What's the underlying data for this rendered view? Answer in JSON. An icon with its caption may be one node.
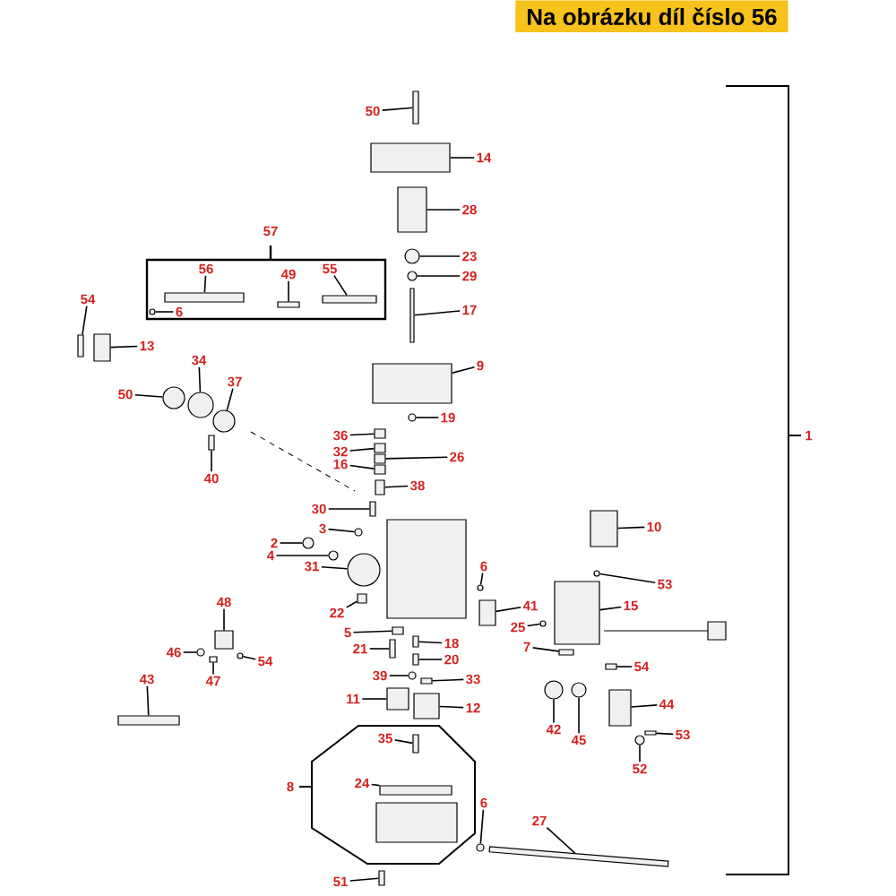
{
  "diagram": {
    "title": "Na obrázku díl číslo 56",
    "nodes": [
      {
        "text": [
          "50"
        ]
      },
      {
        "text": [
          "14"
        ]
      },
      {
        "text": [
          "28"
        ]
      },
      {
        "text": [
          "57"
        ]
      },
      {
        "text": [
          "56"
        ],
        "in": 3
      },
      {
        "text": [
          "49"
        ],
        "in": 3
      },
      {
        "text": [
          "55"
        ],
        "in": 3
      },
      {
        "text": [
          "6"
        ],
        "in": 3
      },
      {
        "text": [
          "23"
        ]
      },
      {
        "text": [
          "29"
        ]
      },
      {
        "text": [
          "54"
        ]
      },
      {
        "text": [
          "17"
        ]
      },
      {
        "text": [
          "13"
        ]
      },
      {
        "text": [
          "9"
        ]
      },
      {
        "text": [
          "34"
        ]
      },
      {
        "text": [
          "37"
        ]
      },
      {
        "text": [
          "50"
        ]
      },
      {
        "text": [
          "19"
        ]
      },
      {
        "text": [
          "36"
        ]
      },
      {
        "text": [
          "32"
        ]
      },
      {
        "text": [
          "16"
        ]
      },
      {
        "text": [
          "26"
        ]
      },
      {
        "text": [
          "40"
        ]
      },
      {
        "text": [
          "38"
        ]
      },
      {
        "text": [
          "30"
        ]
      },
      {
        "text": [
          "10"
        ]
      },
      {
        "text": [
          "3"
        ]
      },
      {
        "text": [
          "2"
        ]
      },
      {
        "text": [
          "4"
        ]
      },
      {
        "text": [
          "6"
        ]
      },
      {
        "text": [
          "31"
        ]
      },
      {
        "text": [
          "53"
        ]
      },
      {
        "text": [
          "41"
        ]
      },
      {
        "text": [
          "15"
        ]
      },
      {
        "text": [
          "22"
        ]
      },
      {
        "text": [
          "48"
        ]
      },
      {
        "text": [
          "5"
        ]
      },
      {
        "text": [
          "25"
        ]
      },
      {
        "text": [
          "21"
        ]
      },
      {
        "text": [
          "18"
        ]
      },
      {
        "text": [
          "7"
        ]
      },
      {
        "text": [
          "46"
        ]
      },
      {
        "text": [
          "54"
        ]
      },
      {
        "text": [
          "20"
        ]
      },
      {
        "text": [
          "54"
        ]
      },
      {
        "text": [
          "39"
        ]
      },
      {
        "text": [
          "47"
        ]
      },
      {
        "text": [
          "33"
        ]
      },
      {
        "text": [
          "43"
        ]
      },
      {
        "text": [
          "11"
        ]
      },
      {
        "text": [
          "12"
        ]
      },
      {
        "text": [
          "44"
        ]
      },
      {
        "text": [
          "42"
        ]
      },
      {
        "text": [
          "53"
        ]
      },
      {
        "text": [
          "45"
        ]
      },
      {
        "text": [
          "8"
        ]
      },
      {
        "text": [
          "35"
        ],
        "in": 55
      },
      {
        "text": [
          "24"
        ],
        "in": 55
      },
      {
        "text": [
          "52"
        ]
      },
      {
        "text": [
          "6"
        ]
      },
      {
        "text": [
          "27"
        ]
      },
      {
        "text": [
          "51"
        ]
      },
      {
        "text": [],
        "shape": "box"
      },
      {
        "text": [],
        "shape": "box"
      },
      {
        "text": [],
        "shape": "box"
      },
      {
        "text": [],
        "shape": "box",
        "in": 3
      },
      {
        "text": [],
        "shape": "box",
        "in": 3
      },
      {
        "text": [],
        "shape": "box",
        "in": 3
      },
      {
        "text": [],
        "shape": "circle",
        "in": 3
      },
      {
        "text": [],
        "shape": "circle"
      },
      {
        "text": [],
        "shape": "circle"
      },
      {
        "text": [],
        "shape": "box"
      },
      {
        "text": [],
        "shape": "box"
      },
      {
        "text": [],
        "shape": "box"
      },
      {
        "text": [],
        "shape": "box"
      },
      {
        "text": [],
        "shape": "circle"
      },
      {
        "text": [],
        "shape": "circle"
      },
      {
        "text": [],
        "shape": "circle"
      },
      {
        "text": [],
        "shape": "circle"
      },
      {
        "text": [],
        "shape": "box"
      },
      {
        "text": [],
        "shape": "box"
      },
      {
        "text": [],
        "shape": "box"
      },
      {
        "text": [],
        "shape": "box"
      },
      {
        "text": [],
        "shape": "box"
      },
      {
        "text": [],
        "shape": "box"
      },
      {
        "text": [],
        "shape": "box"
      },
      {
        "text": [],
        "shape": "box"
      },
      {
        "text": [],
        "shape": "circle"
      },
      {
        "text": [],
        "shape": "circle"
      },
      {
        "text": [],
        "shape": "circle"
      },
      {
        "text": [],
        "shape": "circle"
      },
      {
        "text": [],
        "shape": "circle"
      },
      {
        "text": [],
        "shape": "circle"
      },
      {
        "text": [],
        "shape": "box"
      },
      {
        "text": [],
        "shape": "box"
      },
      {
        "text": [],
        "shape": "box"
      },
      {
        "text": [],
        "shape": "box"
      },
      {
        "text": [],
        "shape": "box"
      },
      {
        "text": [],
        "shape": "circle"
      },
      {
        "text": [],
        "shape": "box"
      },
      {
        "text": [],
        "shape": "box"
      },
      {
        "text": [],
        "shape": "box"
      },
      {
        "text": [],
        "shape": "circle"
      },
      {
        "text": [],
        "shape": "circle"
      },
      {
        "text": [],
        "shape": "box"
      },
      {
        "text": [],
        "shape": "box"
      },
      {
        "text": [],
        "shape": "circle"
      },
      {
        "text": [],
        "shape": "box"
      },
      {
        "text": [],
        "shape": "box"
      },
      {
        "text": [],
        "shape": "box"
      },
      {
        "text": [],
        "shape": "box"
      },
      {
        "text": [],
        "shape": "box"
      },
      {
        "text": [],
        "shape": "box"
      },
      {
        "text": [],
        "shape": "circle"
      },
      {
        "text": [],
        "shape": "box"
      },
      {
        "text": [],
        "shape": "circle"
      },
      {
        "text": [],
        "shape": "box",
        "in": 55
      },
      {
        "text": [],
        "shape": "box",
        "in": 55
      },
      {
        "text": [],
        "shape": "circle"
      },
      {
        "text": [],
        "shape": "circle"
      },
      {
        "text": [],
        "shape": "bar"
      },
      {
        "text": [],
        "shape": "box"
      }
    ],
    "edges": [
      {
        "from": 0,
        "to": 62,
        "arrow": "none"
      },
      {
        "from": 1,
        "to": 63,
        "arrow": "none"
      },
      {
        "from": 2,
        "to": 64,
        "arrow": "none"
      },
      {
        "from": 4,
        "to": 65,
        "arrow": "none"
      },
      {
        "from": 5,
        "to": 66,
        "arrow": "none"
      },
      {
        "from": 6,
        "to": 67,
        "arrow": "none"
      },
      {
        "from": 7,
        "to": 68,
        "arrow": "none"
      },
      {
        "from": 8,
        "to": 69,
        "arrow": "none"
      },
      {
        "from": 9,
        "to": 70,
        "arrow": "none"
      },
      {
        "from": 10,
        "to": 71,
        "arrow": "none"
      },
      {
        "from": 11,
        "to": 72,
        "arrow": "none"
      },
      {
        "from": 12,
        "to": 73,
        "arrow": "none"
      },
      {
        "from": 13,
        "to": 74,
        "arrow": "none"
      },
      {
        "from": 14,
        "to": 75,
        "arrow": "none"
      },
      {
        "from": 15,
        "to": 76,
        "arrow": "none"
      },
      {
        "from": 16,
        "to": 77,
        "arrow": "none"
      },
      {
        "from": 17,
        "to": 78,
        "arrow": "none"
      },
      {
        "from": 18,
        "to": 79,
        "arrow": "none"
      },
      {
        "from": 19,
        "to": 80,
        "arrow": "none"
      },
      {
        "from": 20,
        "to": 81,
        "arrow": "none"
      },
      {
        "from": 21,
        "to": 82,
        "arrow": "none"
      },
      {
        "from": 22,
        "to": 83,
        "arrow": "none"
      },
      {
        "from": 23,
        "to": 84,
        "arrow": "none"
      },
      {
        "from": 24,
        "to": 85,
        "arrow": "none"
      },
      {
        "from": 25,
        "to": 86,
        "arrow": "none"
      },
      {
        "from": 26,
        "to": 87,
        "arrow": "none"
      },
      {
        "from": 27,
        "to": 88,
        "arrow": "none"
      },
      {
        "from": 28,
        "to": 89,
        "arrow": "none"
      },
      {
        "from": 29,
        "to": 90,
        "arrow": "none"
      },
      {
        "from": 30,
        "to": 91,
        "arrow": "none"
      },
      {
        "from": 31,
        "to": 92,
        "arrow": "none"
      },
      {
        "from": 32,
        "to": 93,
        "arrow": "none"
      },
      {
        "from": 33,
        "to": 94,
        "arrow": "none"
      },
      {
        "from": 34,
        "to": 95,
        "arrow": "none"
      },
      {
        "from": 35,
        "to": 96,
        "arrow": "none"
      },
      {
        "from": 36,
        "to": 97,
        "arrow": "none"
      },
      {
        "from": 37,
        "to": 98,
        "arrow": "none"
      },
      {
        "from": 38,
        "to": 99,
        "arrow": "none"
      },
      {
        "from": 39,
        "to": 100,
        "arrow": "none"
      },
      {
        "from": 40,
        "to": 101,
        "arrow": "none"
      },
      {
        "from": 41,
        "to": 102,
        "arrow": "none"
      },
      {
        "from": 42,
        "to": 103,
        "arrow": "none"
      },
      {
        "from": 43,
        "to": 104,
        "arrow": "none"
      },
      {
        "from": 44,
        "to": 105,
        "arrow": "none"
      },
      {
        "from": 45,
        "to": 106,
        "arrow": "none"
      },
      {
        "from": 46,
        "to": 107,
        "arrow": "none"
      },
      {
        "from": 47,
        "to": 108,
        "arrow": "none"
      },
      {
        "from": 48,
        "to": 109,
        "arrow": "none"
      },
      {
        "from": 49,
        "to": 110,
        "arrow": "none"
      },
      {
        "from": 50,
        "to": 111,
        "arrow": "none"
      },
      {
        "from": 51,
        "to": 112,
        "arrow": "none"
      },
      {
        "from": 52,
        "to": 113,
        "arrow": "none"
      },
      {
        "from": 53,
        "to": 114,
        "arrow": "none"
      },
      {
        "from": 54,
        "to": 115,
        "arrow": "none"
      },
      {
        "from": 56,
        "to": 116,
        "arrow": "none"
      },
      {
        "from": 57,
        "to": 117,
        "arrow": "none"
      },
      {
        "from": 58,
        "to": 118,
        "arrow": "none"
      },
      {
        "from": 59,
        "to": 119,
        "arrow": "none"
      },
      {
        "from": 60,
        "to": 120,
        "arrow": "none"
      },
      {
        "from": 61,
        "to": 121,
        "arrow": "none"
      }
    ],
    "labels": [
      "1"
    ]
  }
}
